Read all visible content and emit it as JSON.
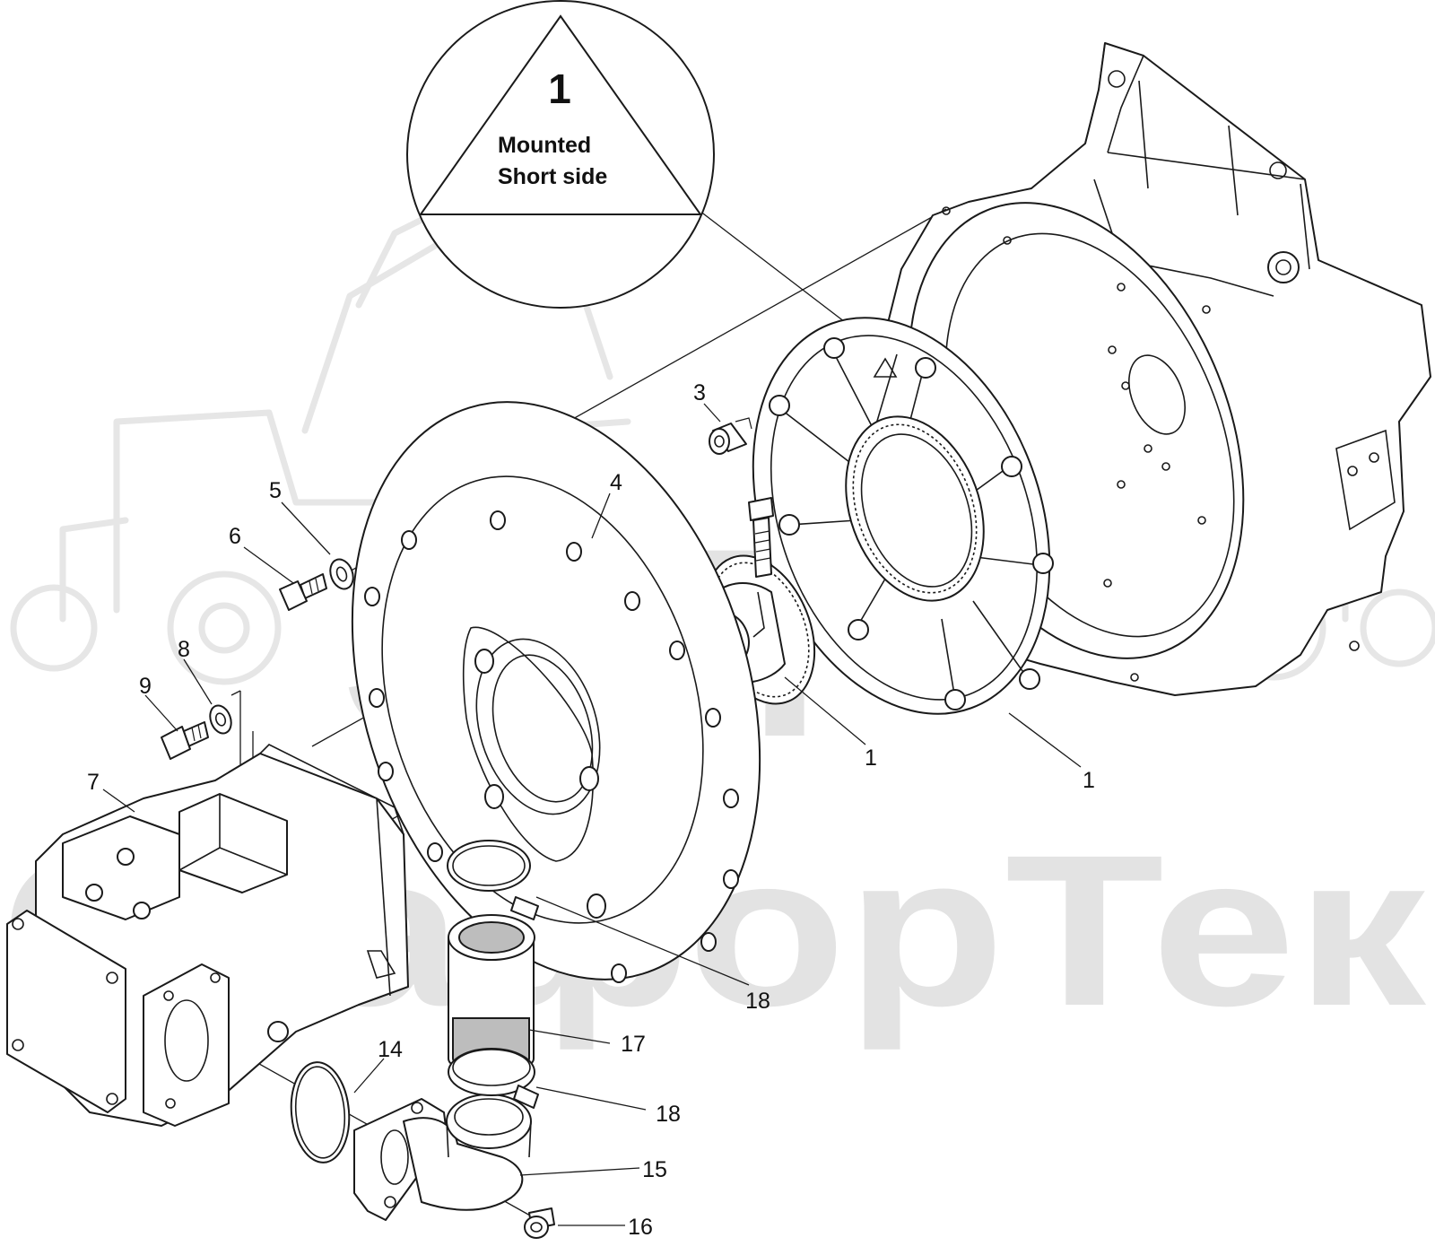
{
  "watermark": {
    "text": "СкафорТек"
  },
  "note": {
    "number": "1",
    "line1": "Mounted",
    "line2": "Short side"
  },
  "callouts": [
    {
      "id": "c1a",
      "label": "1"
    },
    {
      "id": "c1b",
      "label": "1"
    },
    {
      "id": "c3",
      "label": "3"
    },
    {
      "id": "c4",
      "label": "4"
    },
    {
      "id": "c5",
      "label": "5"
    },
    {
      "id": "c6",
      "label": "6"
    },
    {
      "id": "c7",
      "label": "7"
    },
    {
      "id": "c8",
      "label": "8"
    },
    {
      "id": "c9",
      "label": "9"
    },
    {
      "id": "c14",
      "label": "14"
    },
    {
      "id": "c15",
      "label": "15"
    },
    {
      "id": "c16",
      "label": "16"
    },
    {
      "id": "c17",
      "label": "17"
    },
    {
      "id": "c18a",
      "label": "18"
    },
    {
      "id": "c18b",
      "label": "18"
    }
  ],
  "colors": {
    "line": "#1a1a1a",
    "watermark": "#e3e3e3",
    "hose_shade": "#bdbdbd"
  }
}
